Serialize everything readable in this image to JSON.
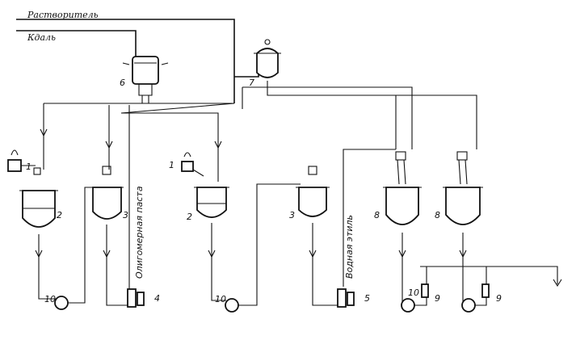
{
  "inputs": {
    "solvent": "Растворитель",
    "acid": "Кдаль"
  },
  "streams": {
    "monomer_paste": "Олигомерная паста",
    "water_ethyl": "Водная этиль"
  },
  "labels": {
    "l1a": "1",
    "l1b": "1",
    "l2a": "2",
    "l2b": "2",
    "l3a": "3",
    "l3b": "3",
    "l4": "4",
    "l5": "5",
    "l6": "6",
    "l7": "7",
    "l8a": "8",
    "l8b": "8",
    "l9a": "9",
    "l9b": "9",
    "l10a": "10",
    "l10b": "10",
    "l10c": "10"
  }
}
